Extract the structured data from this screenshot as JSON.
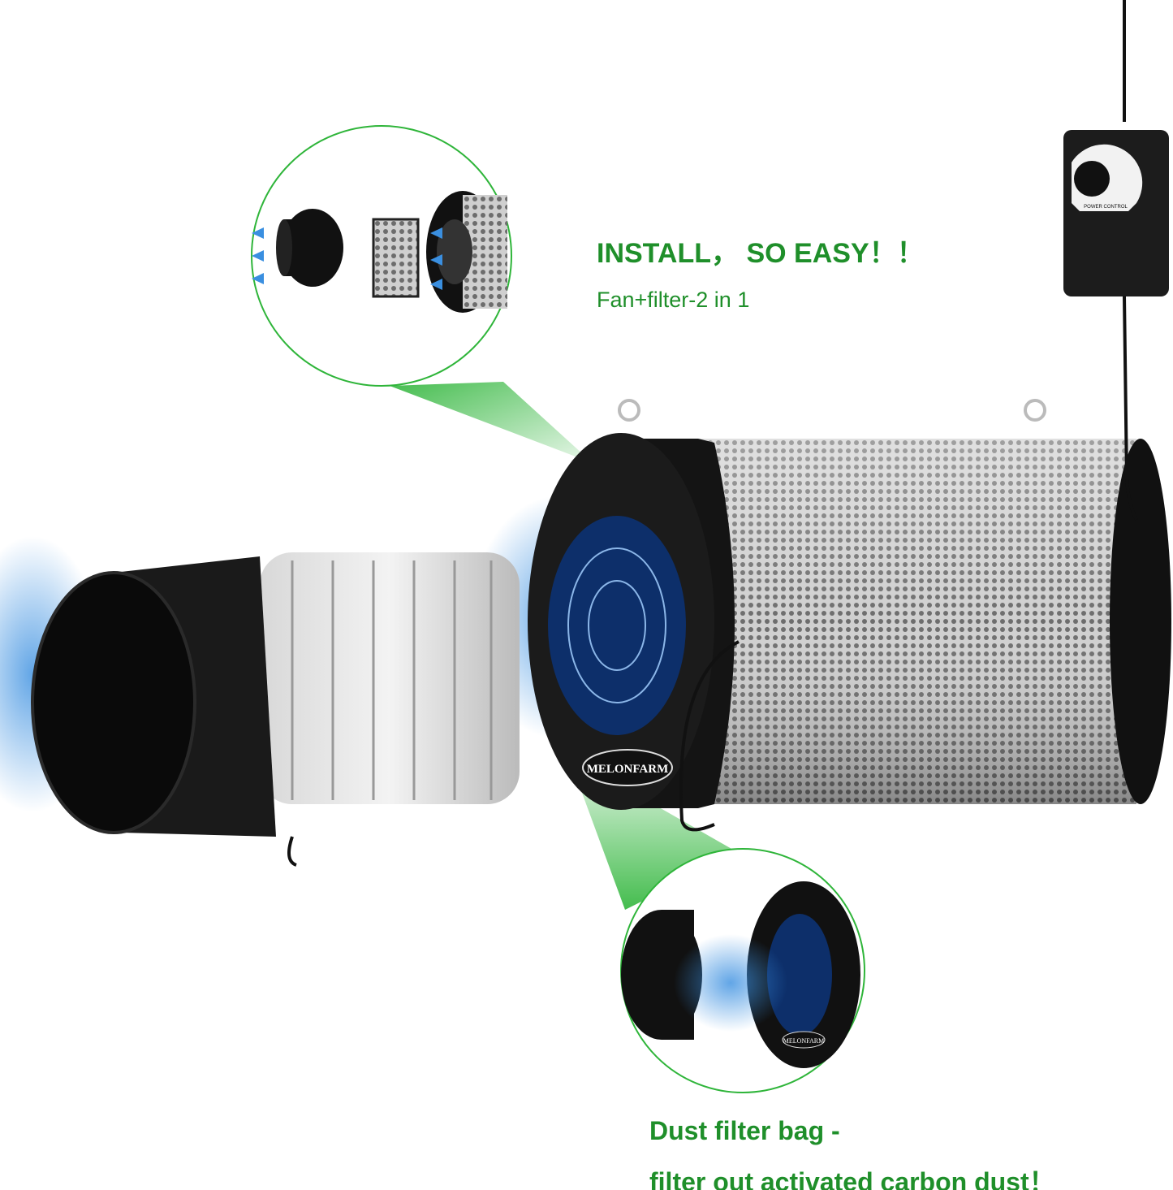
{
  "headline": "INSTALL， SO EASY！！",
  "subheadline": "Fan+filter-2 in 1",
  "dust_title": "Dust filter bag -",
  "dust_caption": "filter out activated carbon dust！",
  "brand_logo": "MELONFARM",
  "controller_label": "POWER CONTROL",
  "colors": {
    "accent_green": "#1f8f2a",
    "airflow_blue": "#3a8fe0",
    "housing_black": "#111111"
  }
}
